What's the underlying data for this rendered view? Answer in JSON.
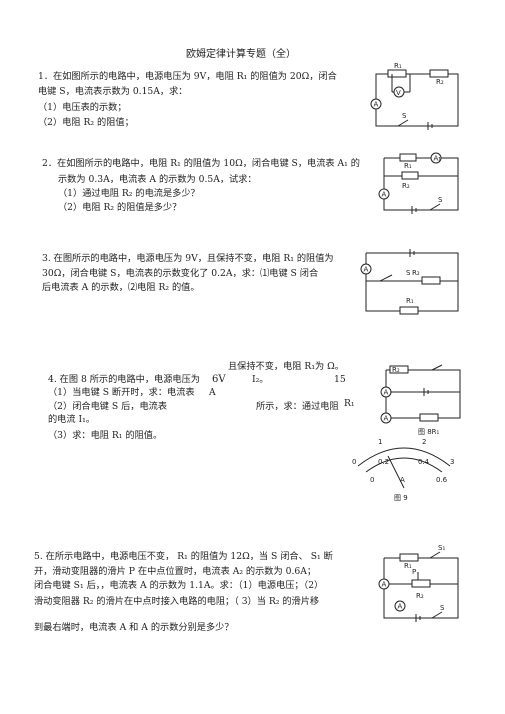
{
  "doc": {
    "title": "欧姆定律计算专题（全）",
    "q1": {
      "l1": "1．在如图所示的电路中，电源电压为 9V，电阻 R₁ 的阻值为 20Ω，闭合",
      "l2": "电键 S，电流表示数为 0.15A，求：",
      "s1": "（1）电压表的示数；",
      "s2": "（2）电阻 R₂ 的阻值；",
      "fig": {
        "r1": "R₁",
        "r2": "R₂",
        "v": "V",
        "a": "A",
        "s": "S"
      }
    },
    "q2": {
      "l1": "2．在如图所示的电路中，电阻 R₁ 的阻值为 10Ω，闭合电键 S，电流表 A₁ 的",
      "l2": "示数为 0.3A，电流表 A 的示数为 0.5A，试求：",
      "s1": "（1）通过电阻 R₂ 的电流是多少？",
      "s2": "（2）电阻 R₂ 的阻值是多少？",
      "fig": {
        "a": "A",
        "a1": "A₁",
        "r1": "R₁",
        "r2": "R₂",
        "s": "S"
      }
    },
    "q3": {
      "l1": "3. 在图所示的电路中，电源电压为  9V，且保持不变，电阻  R₁ 的阻值为",
      "l2": "30Ω，闭合电键 S，电流表的示数变化了  0.2A，求：⑴电键 S 闭合",
      "l3": "后电流表 A 的示数，⑵电阻  R₂ 的值。",
      "fig": {
        "a": "A",
        "s": "S",
        "r2": "R₂",
        "r1": "R₁"
      }
    },
    "q4": {
      "top": "且保持不变，电阻    R₁为    Ω。",
      "head": "4. 在图 8 所示的电路中，电源电压为",
      "v": "6V",
      "i": "I₂。",
      "n15": "15",
      "s1a": "（1）当电键 S 断开时，求：电流表",
      "s1b": "A",
      "s2a": "（2）闭合电键  S 后，电流表",
      "s2b": "所示，求：通过电阻",
      "s2c": "R₁",
      "s2d": "的电流 I₁。",
      "s3": "（3）求：电阻  R₁ 的阻值。",
      "fig8": {
        "r2": "R₂",
        "a": "A",
        "a1": "A",
        "r1": "R₁",
        "cap": "图 8R₁"
      },
      "fig9": {
        "t1": "1",
        "t2": "2",
        "t0": "0",
        "t02": "0.2",
        "t04": "0.4",
        "t3": "3",
        "b0": "0",
        "ba": "A",
        "b06": "0.6",
        "cap": "图 9"
      }
    },
    "q5": {
      "l1": "5. 在所示电路中，电源电压不变，  R₁ 的阻值为 12Ω，当 S 闭合、 S₁ 断",
      "l2": "开，滑动变阻器的滑片   P 在中点位置时，电流表      A₂ 的示数为  0.6A；",
      "l3": "闭合电键 S₁ 后，，电流表 A 的示数为 1.1A。求：（1）电源电压；（2）",
      "l4": "滑动变阻器  R₂ 的滑片在中点时接入电路的电阻；（    3）当 R₂ 的滑片移",
      "l5": "到最右端时，电流表   A 和 A 的示数分别是多少？",
      "fig": {
        "s1": "S₁",
        "r1": "R₁",
        "p": "P",
        "r2": "R₂",
        "a": "A",
        "a2": "A",
        "s": "S"
      }
    }
  }
}
